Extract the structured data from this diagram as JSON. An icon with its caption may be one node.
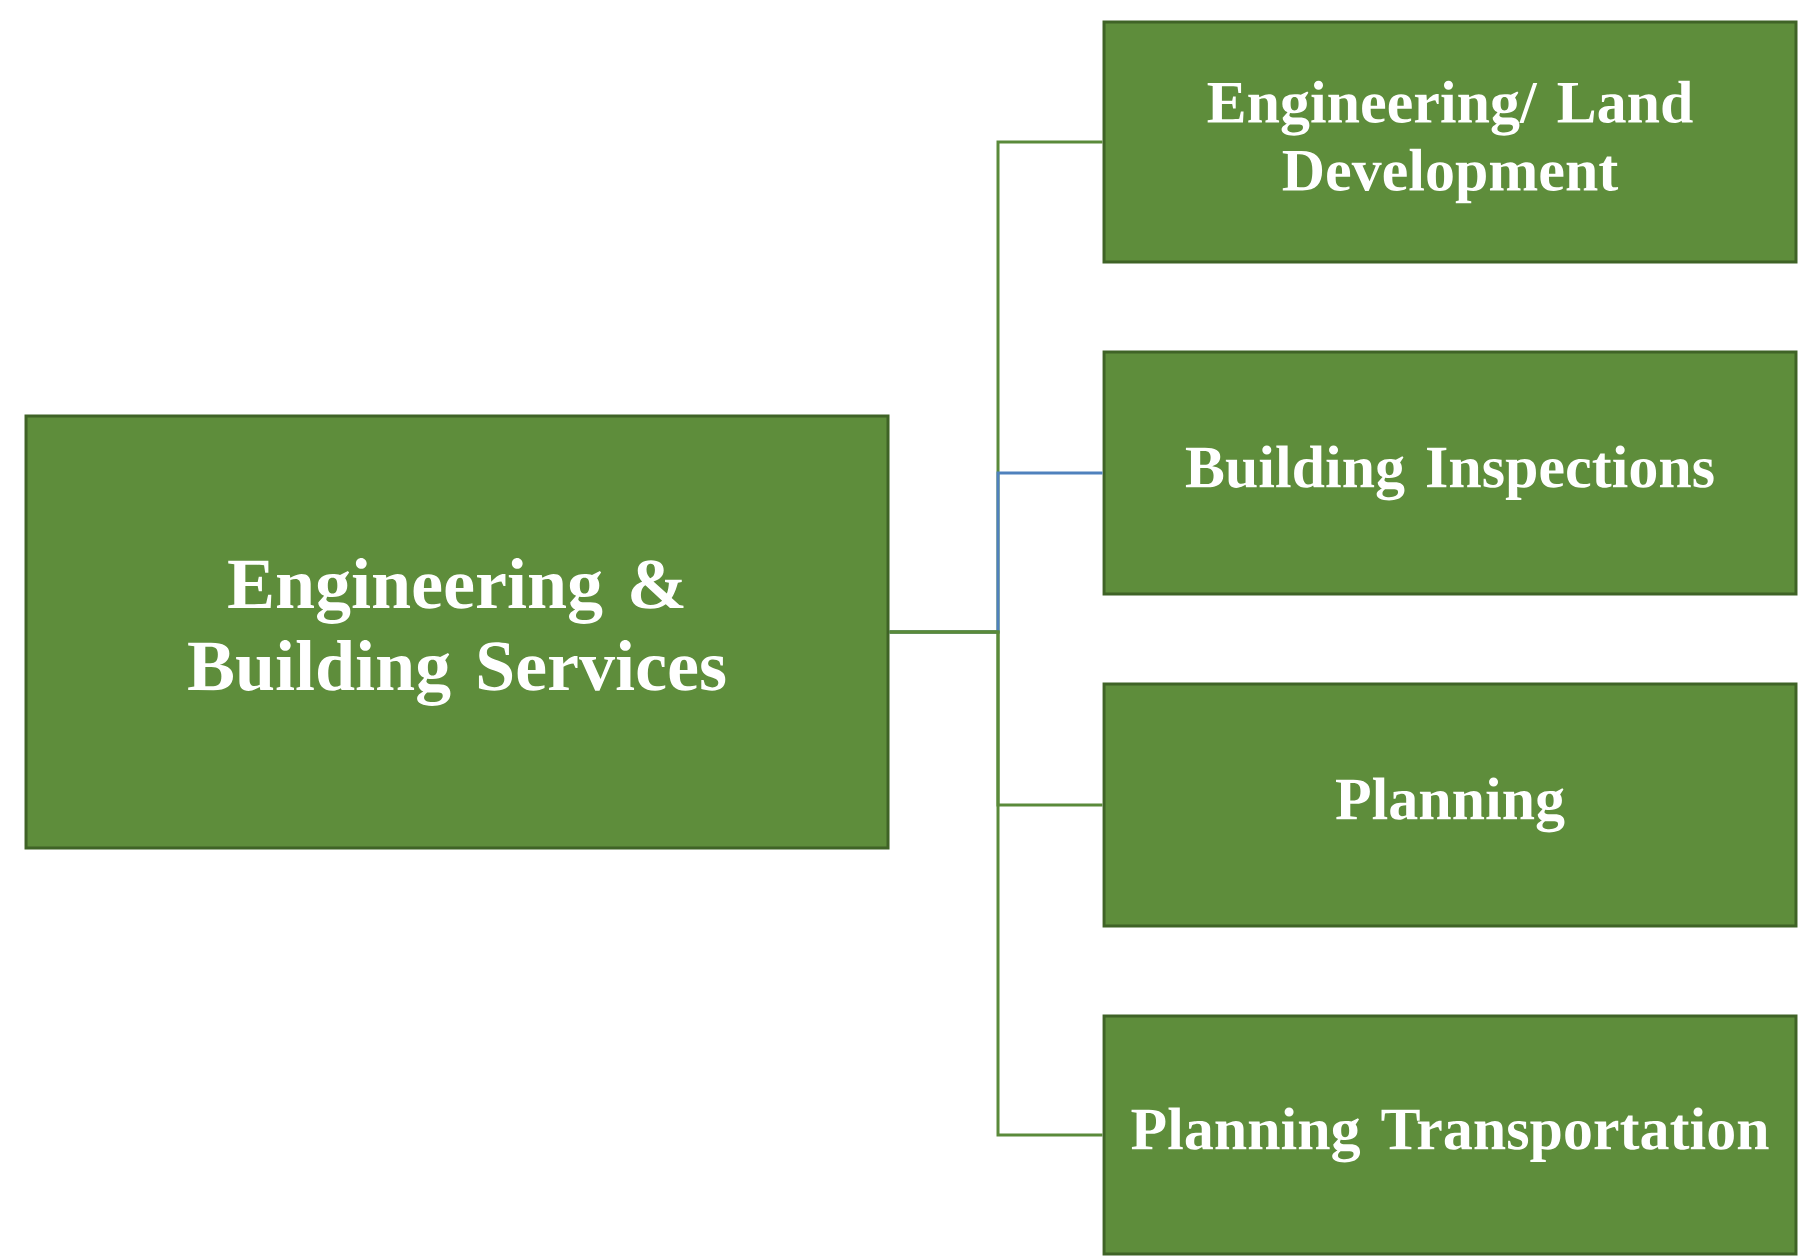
{
  "diagram": {
    "nodes": [
      {
        "text": [
          "Engineering & Building Services"
        ]
      },
      {
        "text": [
          "Engineering/ Land Development"
        ]
      },
      {
        "text": [
          "Building Inspections"
        ]
      },
      {
        "text": [
          "Planning"
        ]
      },
      {
        "text": [
          "Planning Transportation"
        ]
      }
    ],
    "edges": [
      {
        "from": 0,
        "to": 1,
        "arrow": "none"
      },
      {
        "from": 0,
        "to": 2,
        "arrow": "none",
        "color": "#4f81bd"
      },
      {
        "from": 0,
        "to": 3,
        "arrow": "none"
      },
      {
        "from": 0,
        "to": 4,
        "arrow": "none"
      }
    ]
  }
}
